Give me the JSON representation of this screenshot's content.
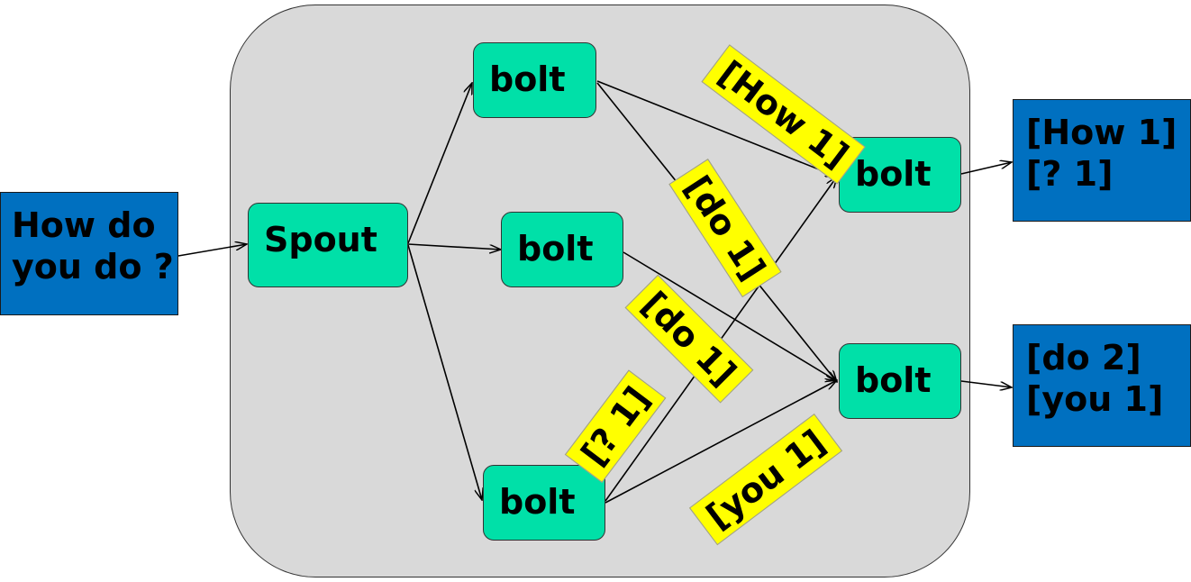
{
  "input": {
    "lines": [
      "How do",
      "you do ?"
    ]
  },
  "spout": {
    "label": "Spout"
  },
  "bolts": {
    "top": "bolt",
    "middle": "bolt",
    "bottom": "bolt",
    "upper_right": "bolt",
    "lower_right": "bolt"
  },
  "outputs": {
    "upper": [
      "[How 1]",
      "[? 1]"
    ],
    "lower": [
      "[do 2]",
      "[you 1]"
    ]
  },
  "tuples": {
    "how": "[How 1]",
    "do_upper": "[do 1]",
    "do_lower": "[do 1]",
    "question": "[? 1]",
    "you": "[you 1]"
  },
  "colors": {
    "io_box": "#0070c0",
    "component": "#00e0a8",
    "tuple_tag": "#ffff00",
    "topology_bg": "#d9d9d9"
  }
}
